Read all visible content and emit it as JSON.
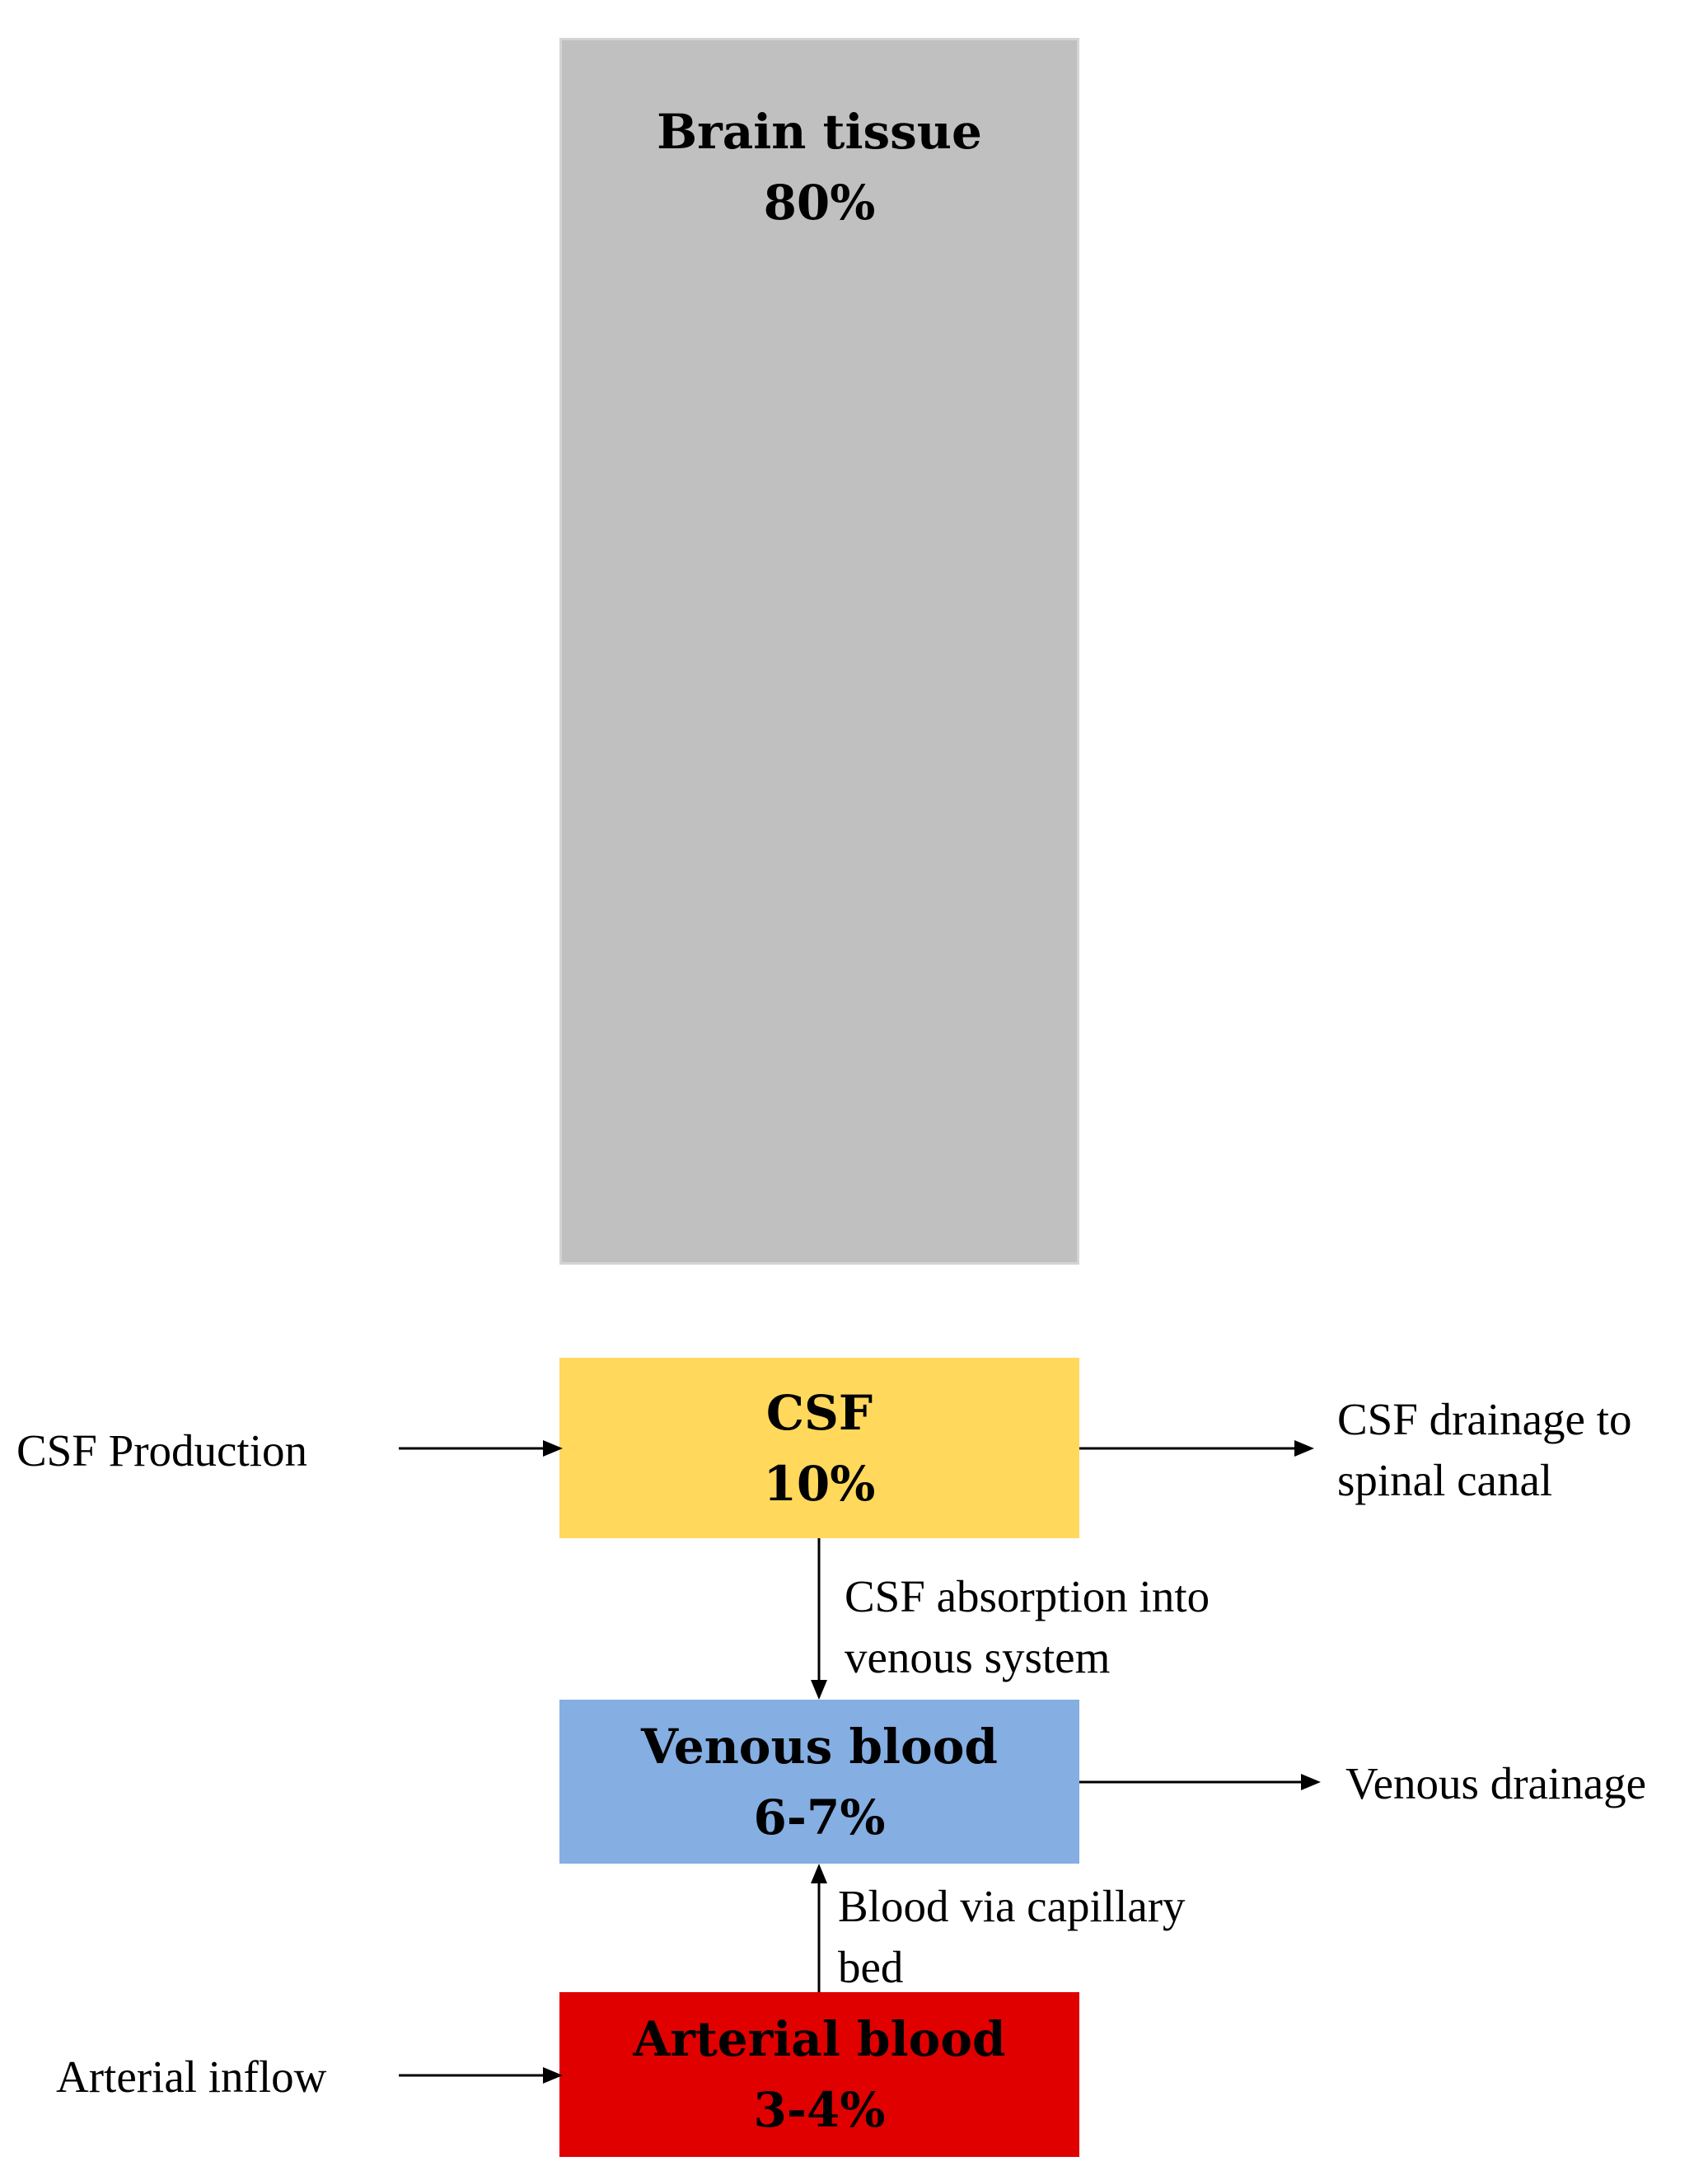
{
  "compartments": {
    "brain_tissue": {
      "name": "Brain tissue",
      "share": "80%",
      "color": "#c0c0c0"
    },
    "csf": {
      "name": "CSF",
      "share": "10%",
      "color": "#ffd85c"
    },
    "venous_blood": {
      "name": "Venous blood",
      "share": "6-7%",
      "color": "#85aee2"
    },
    "arterial_blood": {
      "name": "Arterial blood",
      "share": "3-4%",
      "color": "#e00000"
    }
  },
  "flows": {
    "csf_production": "CSF Production",
    "csf_drainage": [
      "CSF drainage to",
      "spinal canal"
    ],
    "csf_absorption": [
      "CSF absorption into",
      "venous system"
    ],
    "venous_drainage": "Venous drainage",
    "capillary_bed": [
      "Blood via capillary",
      "bed"
    ],
    "arterial_inflow": "Arterial inflow"
  }
}
